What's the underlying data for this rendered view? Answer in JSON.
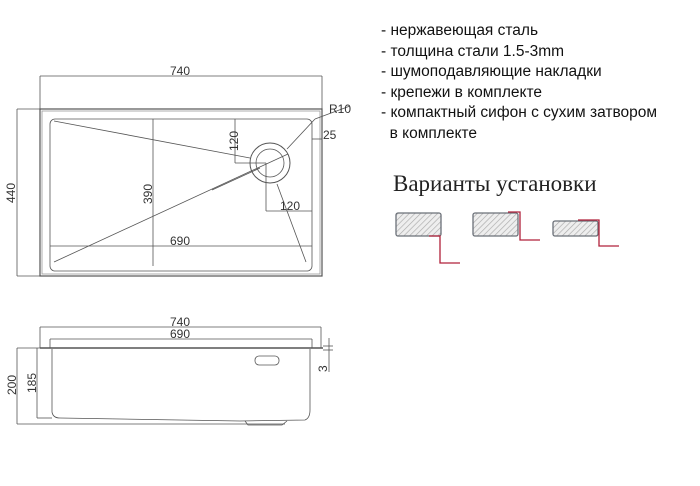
{
  "features": [
    "- нержавеющая сталь",
    "- толщина стали 1.5-3mm",
    "- шумоподавляющие накладки",
    "- крепежи в комплекте",
    "- компактный сифон с сухим затвором",
    "  в комплекте"
  ],
  "install_heading": "Варианты установки",
  "top_view": {
    "width": "740",
    "depth": "440",
    "bowl_width": "690",
    "bowl_depth": "390",
    "drain_offset_y": "120",
    "drain_offset_x": "120",
    "radius": "R10",
    "rim": "25"
  },
  "side_view": {
    "width": "740",
    "bowl_width": "690",
    "height": "200",
    "bowl_height": "185",
    "thickness": "3"
  },
  "colors": {
    "line": "#555555",
    "accent": "#b0203a",
    "hatch": "#6b7078"
  }
}
